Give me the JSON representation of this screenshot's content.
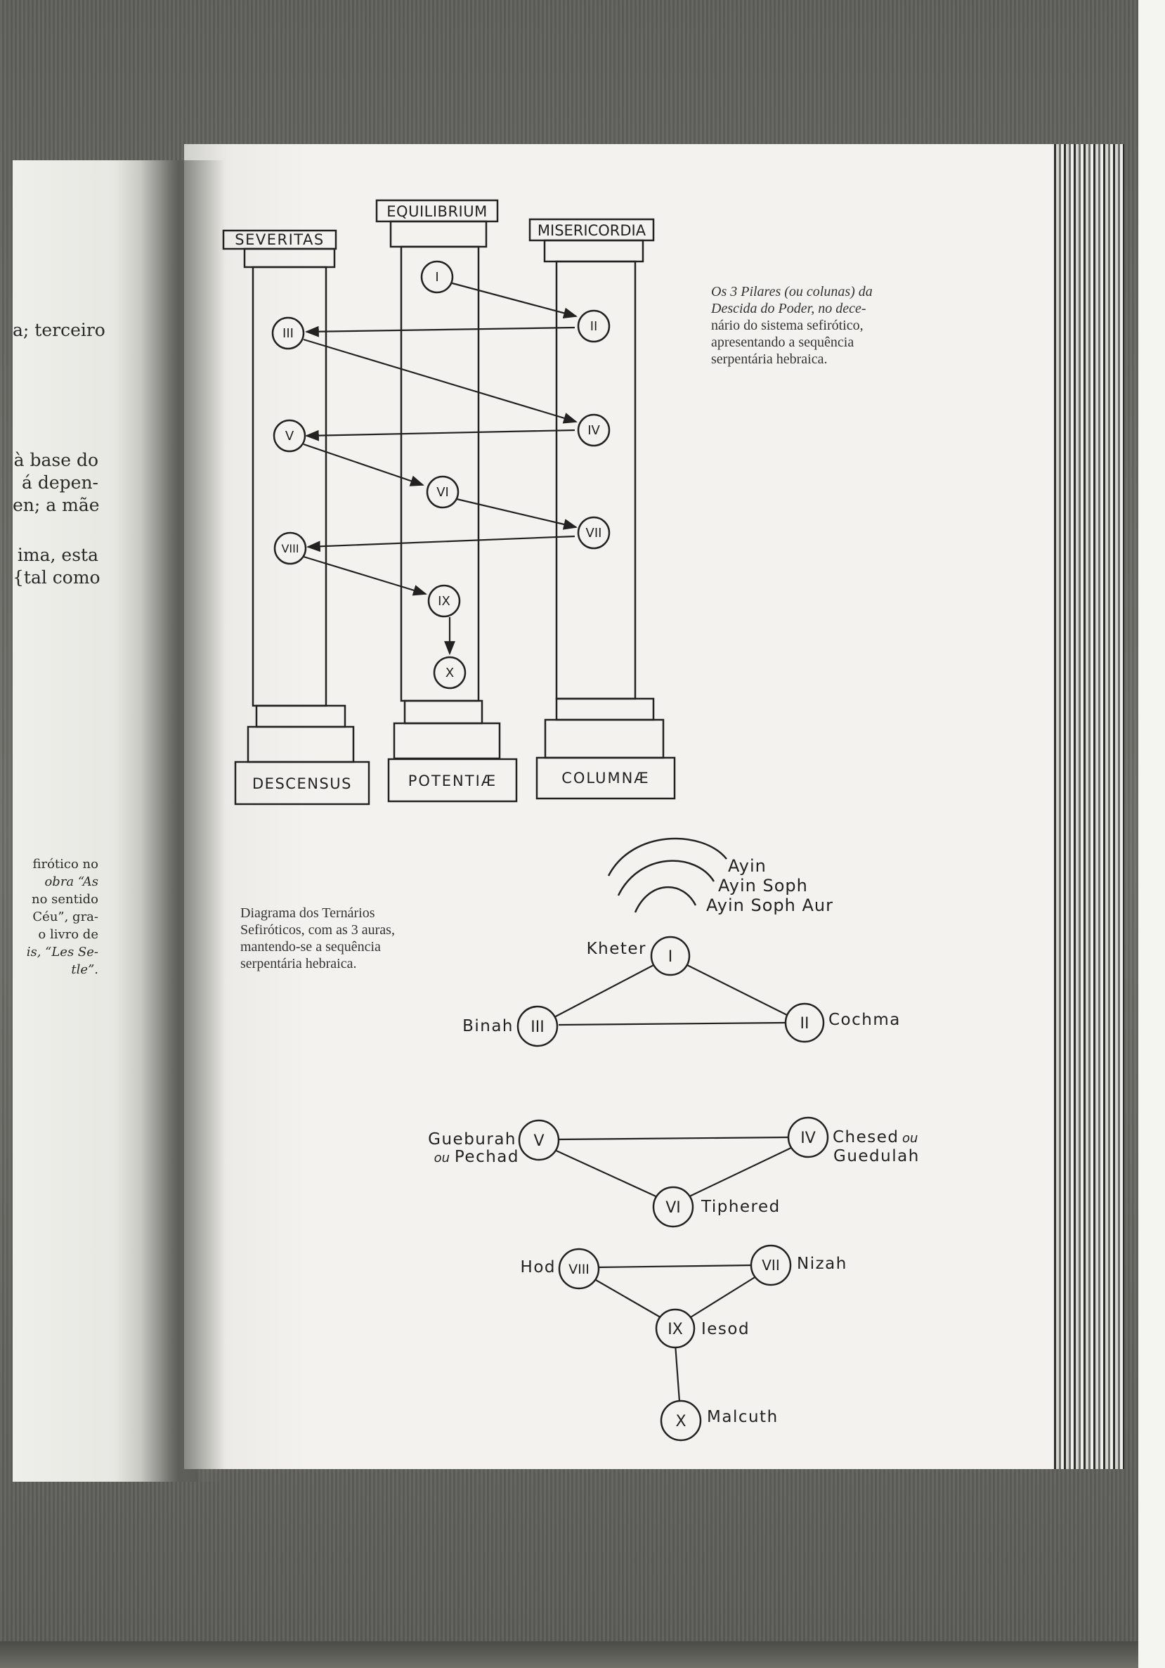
{
  "left_page": {
    "top_lines": [
      "a; terceiro"
    ],
    "mid_lines": [
      "à base do",
      "á depen-",
      "en; a mãe"
    ],
    "mid2_lines": [
      "ima, esta",
      "{tal como"
    ],
    "bottom_lines": [
      "firótico no",
      "obra “As",
      "no sentido",
      "Céu”, gra-",
      "o livro de",
      "is, “Les Se-",
      "tle”."
    ]
  },
  "caption_pillars": {
    "lines": [
      "Os 3 Pilares (ou colunas) da",
      "Descida do Poder, no dece-",
      "nário do sistema sefirótico,",
      "apresentando a sequência",
      "serpentária hebraica."
    ]
  },
  "caption_ternaries": {
    "lines": [
      "Diagrama dos Ternários",
      "Sefiróticos, com as 3 auras,",
      "mantendo-se a sequência",
      "serpentária hebraica."
    ]
  },
  "pillars": {
    "top_labels": [
      "SEVERITAS",
      "EQUILIBRIUM",
      "MISERICORDIA"
    ],
    "bottom_labels": [
      "DESCENSUS",
      "POTENTIÆ",
      "COLUMNÆ"
    ],
    "nodes": [
      "I",
      "II",
      "III",
      "IV",
      "V",
      "VI",
      "VII",
      "VIII",
      "IX",
      "X"
    ]
  },
  "tree": {
    "auras": [
      "Ayin",
      "Ayin Soph",
      "Ayin Soph Aur"
    ],
    "sefirot": [
      {
        "numeral": "I",
        "name": "Kheter"
      },
      {
        "numeral": "II",
        "name": "Cochma"
      },
      {
        "numeral": "III",
        "name": "Binah"
      },
      {
        "numeral": "IV",
        "name": "Chesed",
        "alt_conj": "ou",
        "alt_name": "Guedulah"
      },
      {
        "numeral": "V",
        "name": "Gueburah",
        "alt_conj": "ou",
        "alt_name": "Pechad"
      },
      {
        "numeral": "VI",
        "name": "Tiphered"
      },
      {
        "numeral": "VII",
        "name": "Nizah"
      },
      {
        "numeral": "VIII",
        "name": "Hod"
      },
      {
        "numeral": "IX",
        "name": "Iesod"
      },
      {
        "numeral": "X",
        "name": "Malcuth"
      }
    ]
  }
}
